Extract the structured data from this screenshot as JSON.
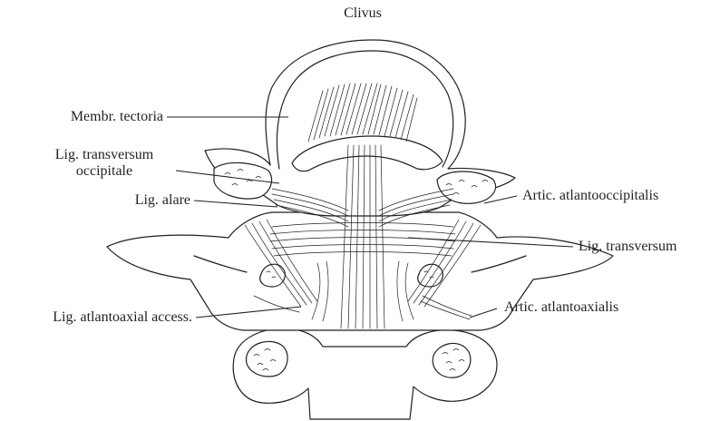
{
  "labels": {
    "clivus": "Clivus",
    "membr_tectoria": "Membr. tectoria",
    "lig_transversum_occipitale_line1": "Lig. transversum",
    "lig_transversum_occipitale_line2": "occipitale",
    "lig_alare": "Lig. alare",
    "artic_atlantooccipitalis": "Artic. atlantooccipitalis",
    "lig_transversum": "Lig. transversum",
    "lig_atlantoaxial_access": "Lig. atlantoaxial access.",
    "artic_atlantoaxialis": "Artic. atlantoaxialis"
  },
  "colors": {
    "ink": "#231f20",
    "background": "#ffffff"
  }
}
